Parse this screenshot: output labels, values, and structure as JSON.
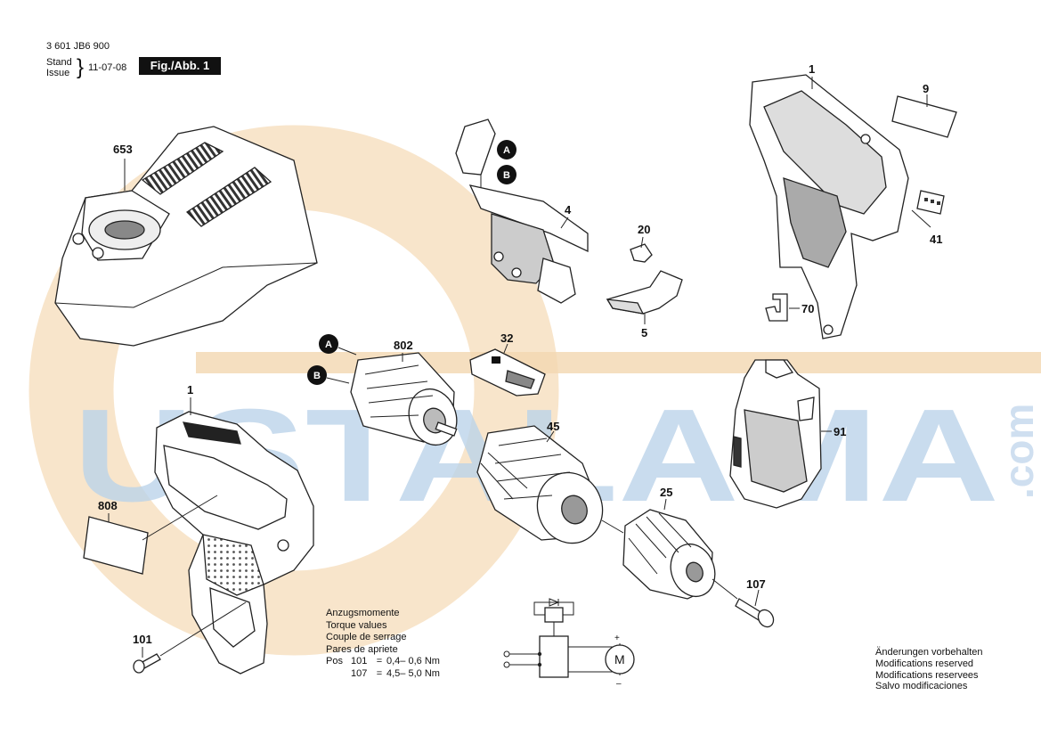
{
  "header": {
    "document_code": "3 601 JB6 900",
    "stand_label": "Stand",
    "issue_label": "Issue",
    "date": "11-07-08",
    "figure_label": "Fig./Abb. 1"
  },
  "watermark": {
    "text": "USTALAMA",
    "suffix": ".com",
    "color_blue": "#bcd4ea",
    "color_orange": "#f6d8b2"
  },
  "parts": [
    {
      "id": "653",
      "label": "653",
      "part": "charger"
    },
    {
      "id": "1-top",
      "label": "1",
      "part": "housing-half-top"
    },
    {
      "id": "9",
      "label": "9",
      "part": "nameplate"
    },
    {
      "id": "41",
      "label": "41",
      "part": "label-strip"
    },
    {
      "id": "70",
      "label": "70",
      "part": "spring-clip"
    },
    {
      "id": "4",
      "label": "4",
      "part": "switch"
    },
    {
      "id": "20",
      "label": "20",
      "part": "small-clip"
    },
    {
      "id": "5",
      "label": "5",
      "part": "slide-switch"
    },
    {
      "id": "802",
      "label": "802",
      "part": "motor"
    },
    {
      "id": "32",
      "label": "32",
      "part": "battery-contact"
    },
    {
      "id": "45",
      "label": "45",
      "part": "gearbox"
    },
    {
      "id": "91",
      "label": "91",
      "part": "battery-pack"
    },
    {
      "id": "25",
      "label": "25",
      "part": "chuck"
    },
    {
      "id": "107",
      "label": "107",
      "part": "screw"
    },
    {
      "id": "1-bottom",
      "label": "1",
      "part": "housing-half-bottom"
    },
    {
      "id": "808",
      "label": "808",
      "part": "label"
    },
    {
      "id": "101",
      "label": "101",
      "part": "screw"
    }
  ],
  "connectors": {
    "a": "A",
    "b": "B"
  },
  "torque": {
    "title_de": "Anzugsmomente",
    "title_en": "Torque values",
    "title_fr": "Couple de serrage",
    "title_es": "Pares de apriete",
    "pos_label": "Pos",
    "rows": [
      {
        "pos": "101",
        "eq": "=",
        "value": "0,4– 0,6 Nm"
      },
      {
        "pos": "107",
        "eq": "=",
        "value": "4,5– 5,0 Nm"
      }
    ]
  },
  "circuit": {
    "motor_label": "M"
  },
  "notes": {
    "de": "Änderungen vorbehalten",
    "en": "Modifications reserved",
    "fr": "Modifications reservees",
    "es": "Salvo modificaciones"
  }
}
